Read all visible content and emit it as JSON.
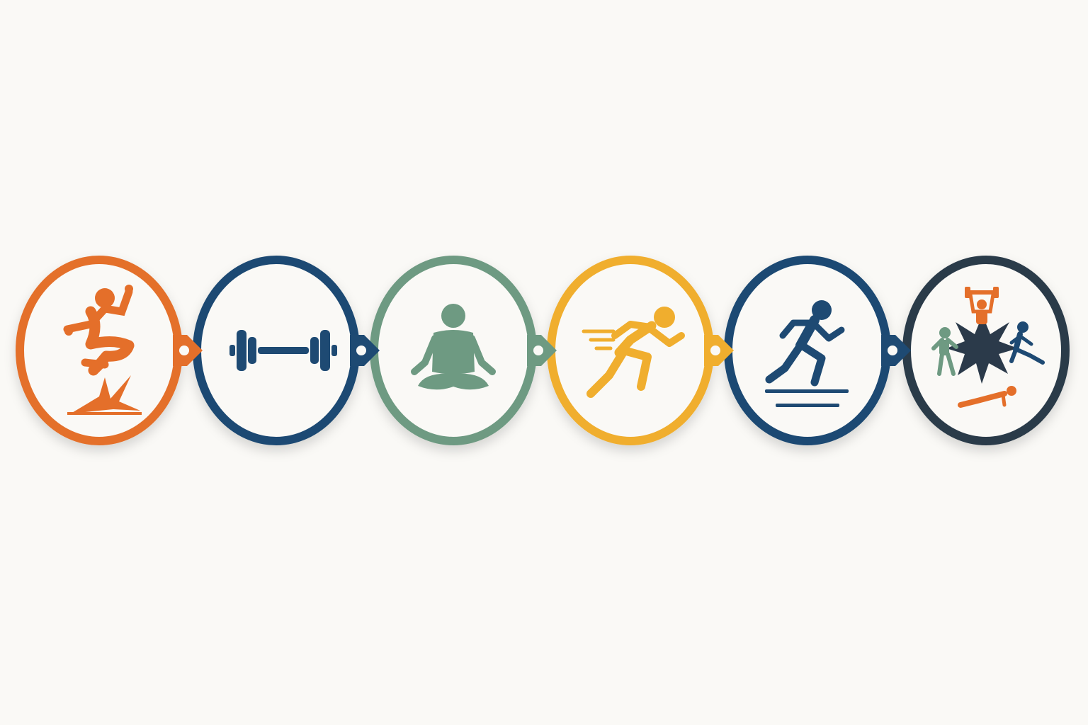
{
  "title": "",
  "palette": {
    "background": "#faf9f6",
    "fill": "#faf9f6",
    "orange": "#e46f2a",
    "navy": "#1e4a73",
    "sage": "#6e9a82",
    "yellow": "#f0ae2e",
    "charcoal": "#2b3a4a"
  },
  "steps": [
    {
      "id": "plyometrics",
      "icon": "jumping-person-impact-icon",
      "ring": "#e46f2a",
      "arrow": "#e46f2a"
    },
    {
      "id": "strength",
      "icon": "barbell-icon",
      "ring": "#1e4a73",
      "arrow": "#1e4a73"
    },
    {
      "id": "mobility",
      "icon": "meditating-person-icon",
      "ring": "#6e9a82",
      "arrow": "#6e9a82"
    },
    {
      "id": "sprinting",
      "icon": "sprinting-person-icon",
      "ring": "#f0ae2e",
      "arrow": "#f0ae2e"
    },
    {
      "id": "agility",
      "icon": "running-person-lines-icon",
      "ring": "#1e4a73",
      "arrow": "#1e4a73"
    },
    {
      "id": "integration",
      "icon": "multi-athlete-star-icon",
      "ring": "#2b3a4a",
      "arrow": null
    }
  ]
}
